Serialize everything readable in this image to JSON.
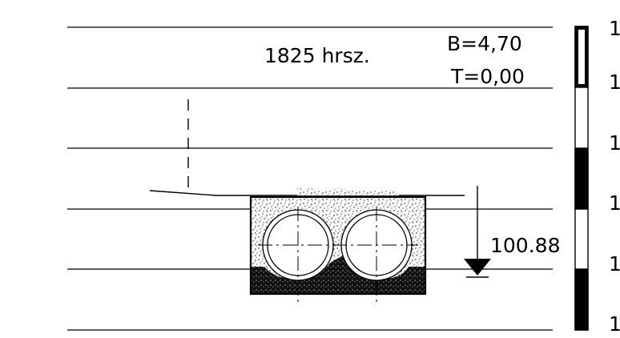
{
  "parcel": {
    "label": "1825 hrsz."
  },
  "annotations": {
    "width_value": "B=4,70",
    "offset_value": "T=0,00"
  },
  "level": {
    "value": "100.88"
  },
  "scale_bar": {
    "tick_labels": [
      "1",
      "1",
      "1",
      "1",
      "1",
      "1"
    ]
  }
}
